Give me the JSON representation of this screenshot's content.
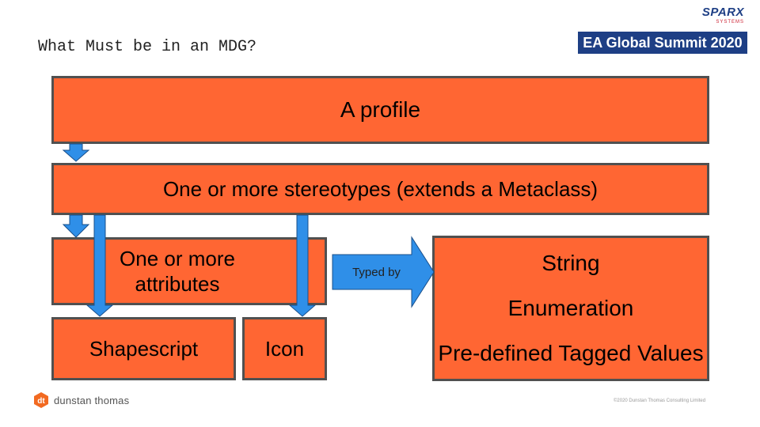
{
  "header": {
    "title": "What Must be in an MDG?",
    "sparx_logo_text": "SPARX",
    "sparx_logo_sub": "SYSTEMS",
    "summit_label": "EA Global Summit 2020"
  },
  "diagram": {
    "profile": "A profile",
    "stereotypes": "One or more stereotypes (extends a Metaclass)",
    "attributes": "One or more attributes",
    "shapescript": "Shapescript",
    "icon": "Icon",
    "typed_by": "Typed by",
    "types": [
      "String",
      "Enumeration",
      "Pre-defined Tagged Values"
    ]
  },
  "footer": {
    "company_logo_text": "dunstan thomas",
    "copyright": "©2020 Dunstan Thomas Consulting Limited"
  },
  "colors": {
    "box_fill": "#ff6633",
    "box_border": "#505050",
    "arrow_fill": "#2f8fe8",
    "brand_blue": "#1e3f85",
    "logo_orange": "#f26a21"
  },
  "icons": [
    "sparx-systems-logo",
    "dunstan-thomas-logo",
    "down-arrow",
    "right-arrow"
  ]
}
